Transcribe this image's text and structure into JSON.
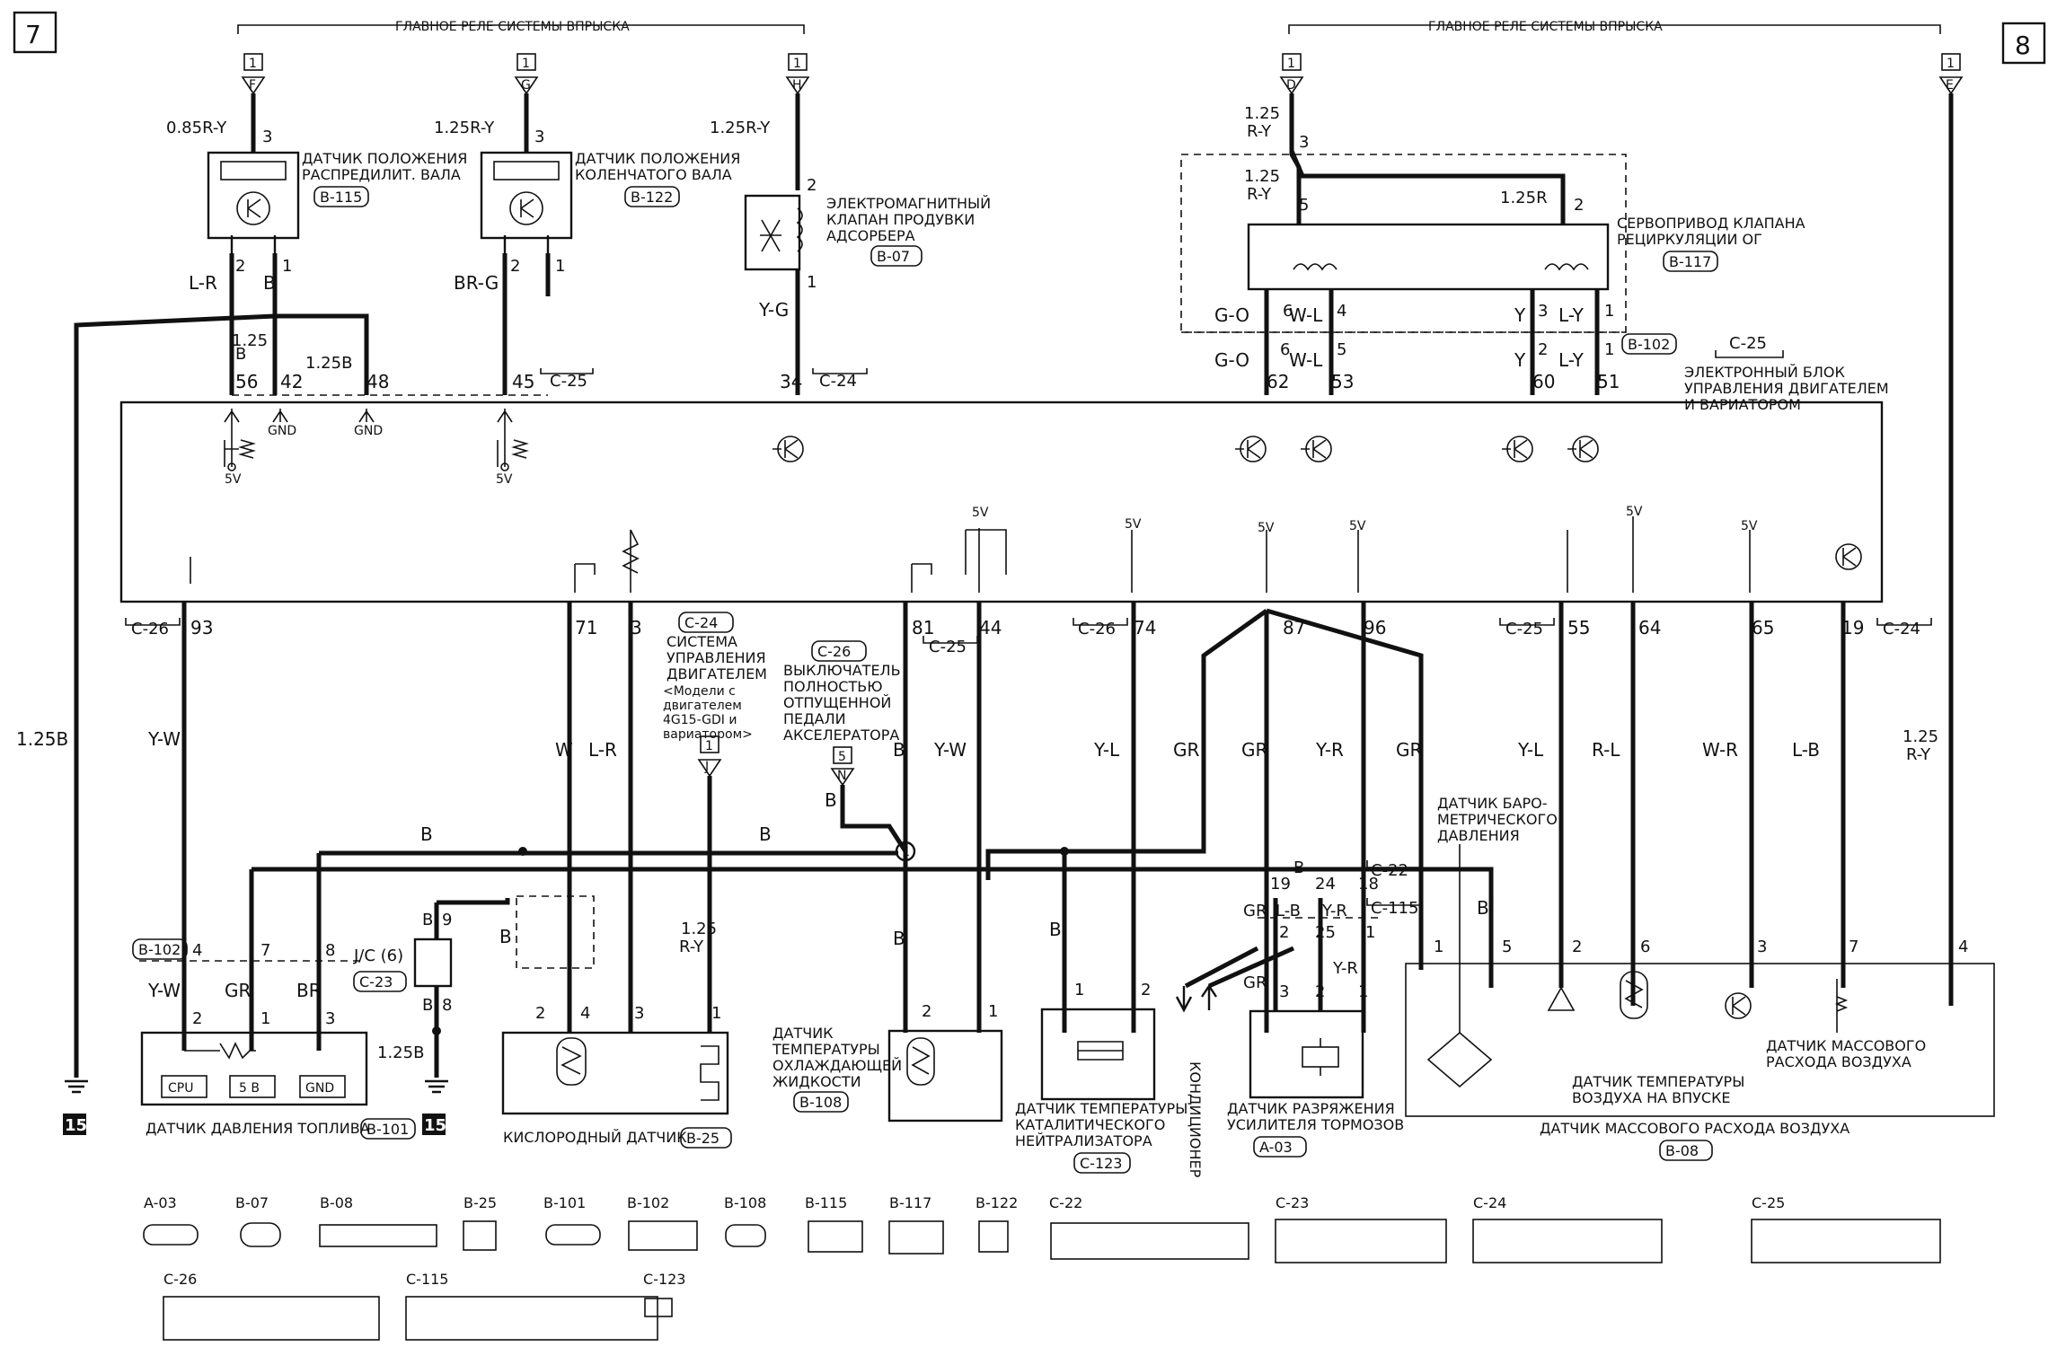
{
  "pages": {
    "left": "7",
    "right": "8"
  },
  "relay_title": "ГЛАВНОЕ РЕЛЕ СИСТЕМЫ ВПРЫСКА",
  "relay_pins": {
    "F": "F",
    "G": "G",
    "H": "H",
    "D": "D",
    "E": "E",
    "one": "1"
  },
  "wires": {
    "w085ry": "0.85R-Y",
    "w125ry": "1.25R-Y",
    "w125ry_b": "1.25R-Y",
    "w125_ry_top": "1.25",
    "w125_ry_bot": "R-Y",
    "w125r": "1.25R",
    "lr": "L-R",
    "b": "B",
    "brg": "BR-G",
    "yg": "Y-G",
    "go": "G-O",
    "wl": "W-L",
    "y": "Y",
    "ly": "L-Y",
    "w125b": "1.25B",
    "w125": "1.25",
    "yw": "Y-W",
    "w": "W",
    "yl": "Y-L",
    "gr": "GR",
    "yr": "Y-R",
    "rl": "R-L",
    "wr": "W-R",
    "lb": "L-B",
    "br": "BR"
  },
  "components": {
    "cam_sensor": [
      "ДАТЧИК ПОЛОЖЕНИЯ",
      "РАСПРЕДИЛИТ. ВАЛА"
    ],
    "cam_code": "B-115",
    "crank_sensor": [
      "ДАТЧИК ПОЛОЖЕНИЯ",
      "КОЛЕНЧАТОГО ВАЛА"
    ],
    "crank_code": "B-122",
    "purge_valve": [
      "ЭЛЕКТРОМАГНИТНЫЙ",
      "КЛАПАН ПРОДУВКИ",
      "АДСОРБЕРА"
    ],
    "purge_code": "B-07",
    "egr": [
      "СЕРВОПРИВОД КЛАПАНА",
      "РЕЦИРКУЛЯЦИИ ОГ"
    ],
    "egr_code": "B-117",
    "ecu": [
      "ЭЛЕКТРОННЫЙ БЛОК",
      "УПРАВЛЕНИЯ ДВИГАТЕЛЕМ",
      "И ВАРИАТОРОМ"
    ],
    "ecu_code": "C-25",
    "b102": "B-102",
    "engine_ctrl": [
      "СИСТЕМА",
      "УПРАВЛЕНИЯ",
      "ДВИГАТЕЛЕМ",
      "<Модели с",
      "двигателем",
      "4G15-GDI и",
      "вариатором>"
    ],
    "engine_ctrl_code": "C-24",
    "idle_switch": [
      "ВЫКЛЮЧАТЕЛЬ",
      "ПОЛНОСТЬЮ",
      "ОТПУЩЕННОЙ",
      "ПЕДАЛИ",
      "АКСЕЛЕРАТОРА"
    ],
    "idle_code": "C-26",
    "baro": [
      "ДАТЧИК БАРО-",
      "МЕТРИЧЕСКОГО",
      "ДАВЛЕНИЯ"
    ],
    "fuel_pressure": "ДАТЧИК ДАВЛЕНИЯ ТОПЛИВА",
    "fuel_code": "B-101",
    "jc": "J/C (6)",
    "jc_code": "C-23",
    "o2": "КИСЛОРОДНЫЙ ДАТЧИК",
    "o2_code": "B-25",
    "coolant": [
      "ДАТЧИК",
      "ТЕМПЕРАТУРЫ",
      "ОХЛАЖДАЮЩЕЙ",
      "ЖИДКОСТИ"
    ],
    "coolant_code": "B-108",
    "cat": [
      "ДАТЧИК ТЕМПЕРАТУРЫ",
      "КАТАЛИТИЧЕСКОГО",
      "НЕЙТРАЛИЗАТОРА"
    ],
    "cat_code": "C-123",
    "ac": "КОНДИЦИОНЕР",
    "brake": [
      "ДАТЧИК РАЗРЯЖЕНИЯ",
      "УСИЛИТЕЛЯ ТОРМОЗОВ"
    ],
    "brake_code": "A-03",
    "maf": "ДАТЧИК МАССОВОГО РАСХОДА ВОЗДУХА",
    "maf_code": "B-08",
    "iat": [
      "ДАТЧИК ТЕМПЕРАТУРЫ",
      "ВОЗДУХА НА ВПУСКЕ"
    ],
    "maf_inner": [
      "ДАТЧИК МАССОВОГО",
      "РАСХОДА ВОЗДУХА"
    ],
    "c22": "C-22",
    "c115": "C-115",
    "c24": "C-24",
    "c26": "C-26",
    "c25": "C-25",
    "ground": "15",
    "gnd": "GND",
    "fivev": "5V",
    "cpu": "CPU",
    "five_b": "5 B",
    "relay_box": "1",
    "relay_j": "J",
    "idle_five": "5",
    "idle_n": "N",
    "circle1": "1"
  },
  "connector_legend": [
    "A-03",
    "B-07",
    "B-08",
    "B-25",
    "B-101",
    "B-102",
    "B-108",
    "B-115",
    "B-117",
    "B-122",
    "C-22",
    "C-23",
    "C-24",
    "C-25",
    "C-26",
    "C-115",
    "C-123"
  ]
}
